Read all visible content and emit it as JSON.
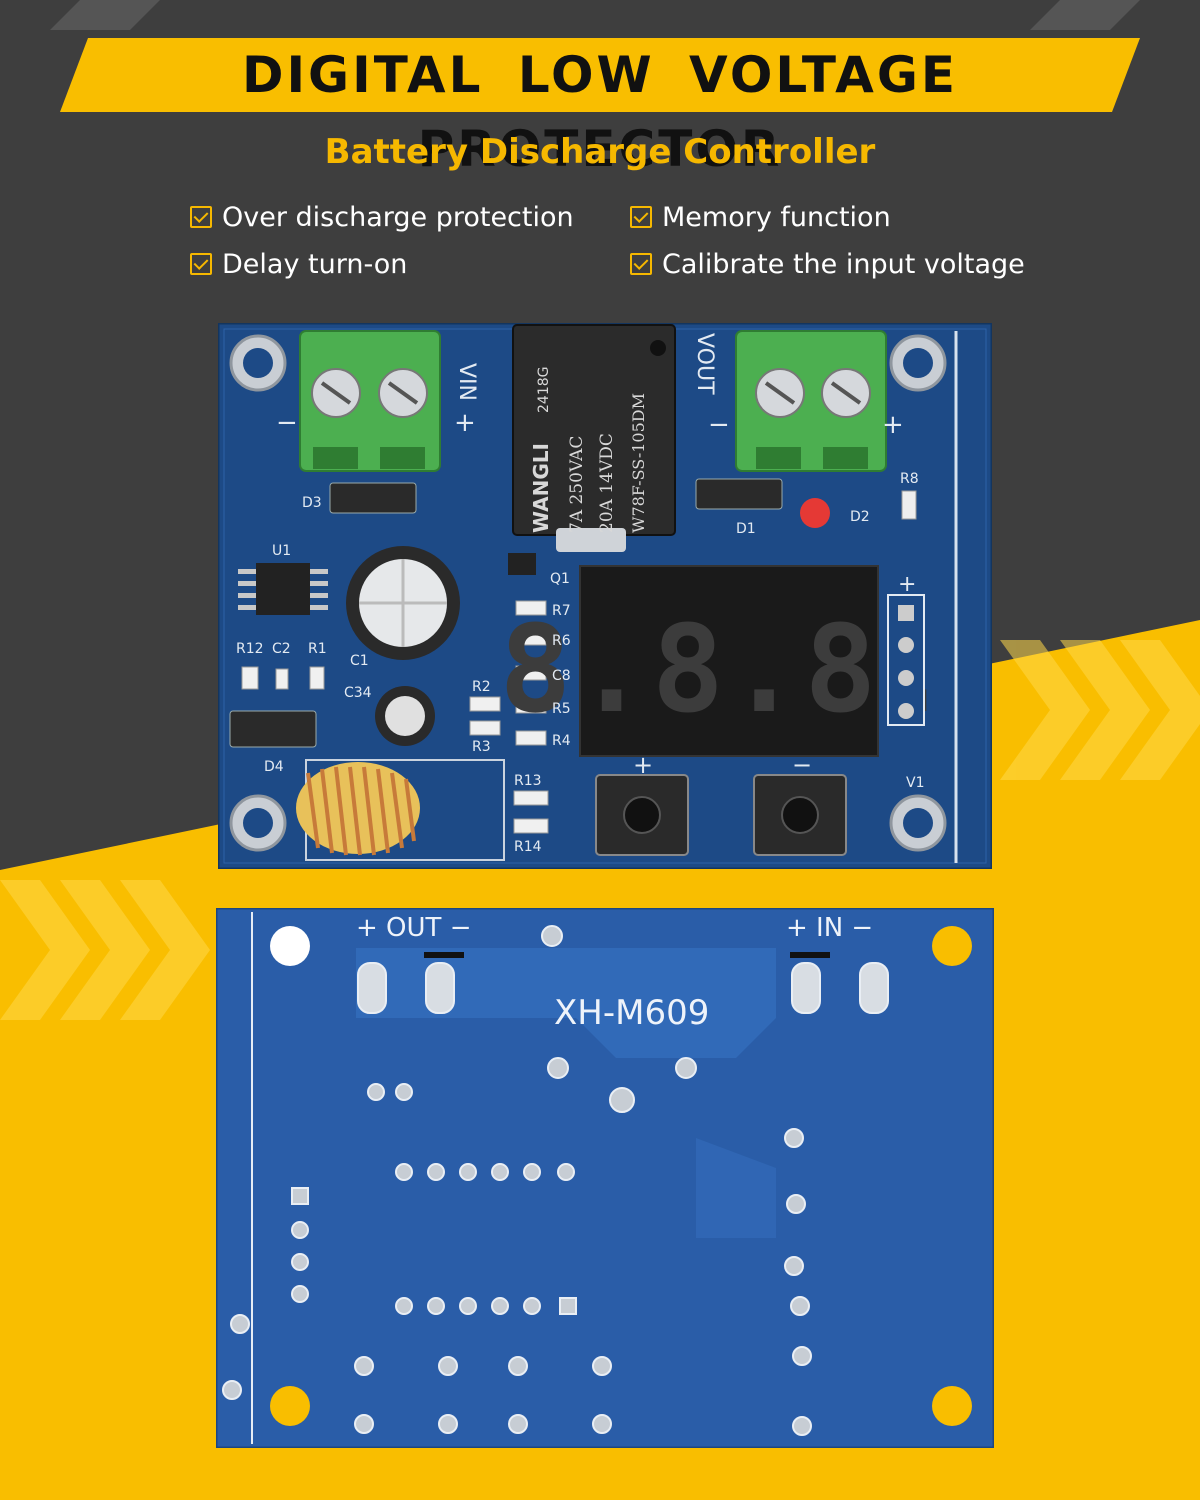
{
  "banner": {
    "title": "DIGITAL LOW VOLTAGE PROTECTOR"
  },
  "subtitle": "Battery Discharge Controller",
  "features": [
    "Over discharge protection",
    "Memory function",
    "Delay turn-on",
    "Calibrate the input voltage"
  ],
  "front_board": {
    "vin_label": "VIN",
    "vout_label": "VOUT",
    "minus": "−",
    "plus": "+",
    "relay_brand": "WANGLI",
    "relay_code": "2418G",
    "relay_rating_1": "7A   250VAC",
    "relay_rating_2": "20A   14VDC",
    "relay_model": "W78F-SS-105DM",
    "display_value": "8.8.8.",
    "refs": [
      "D3",
      "U1",
      "D1",
      "D2",
      "R8",
      "Q1",
      "R7",
      "R6",
      "C8",
      "R5",
      "R4",
      "R12",
      "C2",
      "R1",
      "C1",
      "C34",
      "R2",
      "R3",
      "D4",
      "R13",
      "R14",
      "V1"
    ],
    "button_plus": "+",
    "button_minus": "−"
  },
  "back_board": {
    "out_label": "+ OUT −",
    "in_label": "+ IN −",
    "model": "XH-M609"
  },
  "colors": {
    "accent": "#f6b800",
    "dark_bg": "#3f3f3f",
    "pcb_blue": "#1e4f8f",
    "terminal_green": "#4caf50"
  }
}
